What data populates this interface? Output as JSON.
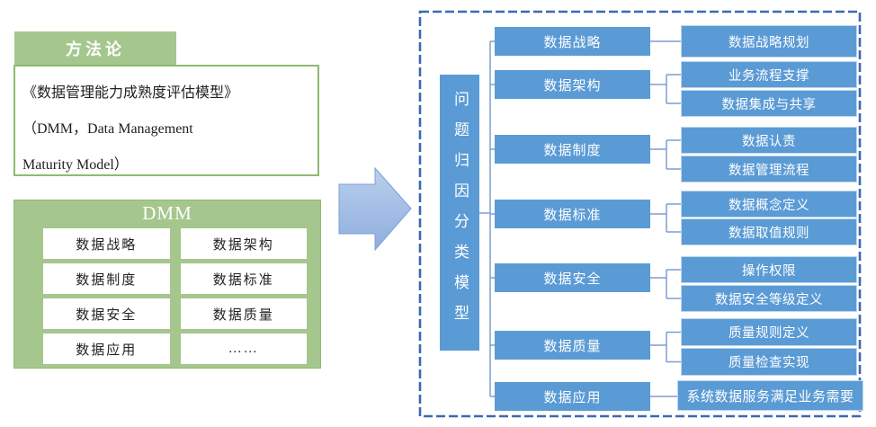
{
  "methodology": {
    "header": "方法论",
    "lines": [
      "《数据管理能力成熟度评估模型》",
      "（DMM，Data Management",
      "Maturity Model）"
    ]
  },
  "dmm": {
    "title": "DMM",
    "cells": [
      "数据战略",
      "数据架构",
      "数据制度",
      "数据标准",
      "数据安全",
      "数据质量",
      "数据应用",
      "……"
    ]
  },
  "model": {
    "vertical_label": "问题归因分类模型",
    "rows": [
      {
        "label": "数据战略",
        "leaves": [
          "数据战略规划"
        ]
      },
      {
        "label": "数据架构",
        "leaves": [
          "业务流程支撑",
          "数据集成与共享"
        ]
      },
      {
        "label": "数据制度",
        "leaves": [
          "数据认责",
          "数据管理流程"
        ]
      },
      {
        "label": "数据标准",
        "leaves": [
          "数据概念定义",
          "数据取值规则"
        ]
      },
      {
        "label": "数据安全",
        "leaves": [
          "操作权限",
          "数据安全等级定义"
        ]
      },
      {
        "label": "数据质量",
        "leaves": [
          "质量规则定义",
          "质量检查实现"
        ]
      },
      {
        "label": "数据应用",
        "leaves": [
          "系统数据服务满足业务需要"
        ]
      }
    ]
  },
  "colors": {
    "green_fill": "#A5C78E",
    "green_border": "#8CBB72",
    "blue_box": "#5B9BD5",
    "connector": "#7D9ED0",
    "dashed_border": "#3E68B1",
    "arrow_fill_light": "#B9CFEC",
    "arrow_fill_dark": "#8FAEDF"
  }
}
